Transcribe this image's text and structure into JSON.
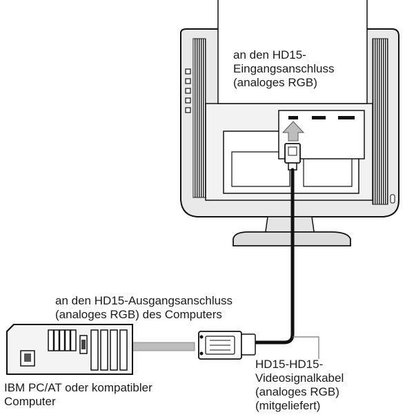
{
  "labels": {
    "monitor_input": "an den HD15-\nEingangsanschluss\n(analoges RGB)",
    "computer_output": "an den HD15-Ausgangsanschluss\n(analoges RGB) des Computers",
    "computer": "IBM PC/AT oder kompatibler\nComputer",
    "cable": "HD15-HD15-\nVideosignalkabel\n(analoges RGB)\n(mitgeliefert)"
  }
}
